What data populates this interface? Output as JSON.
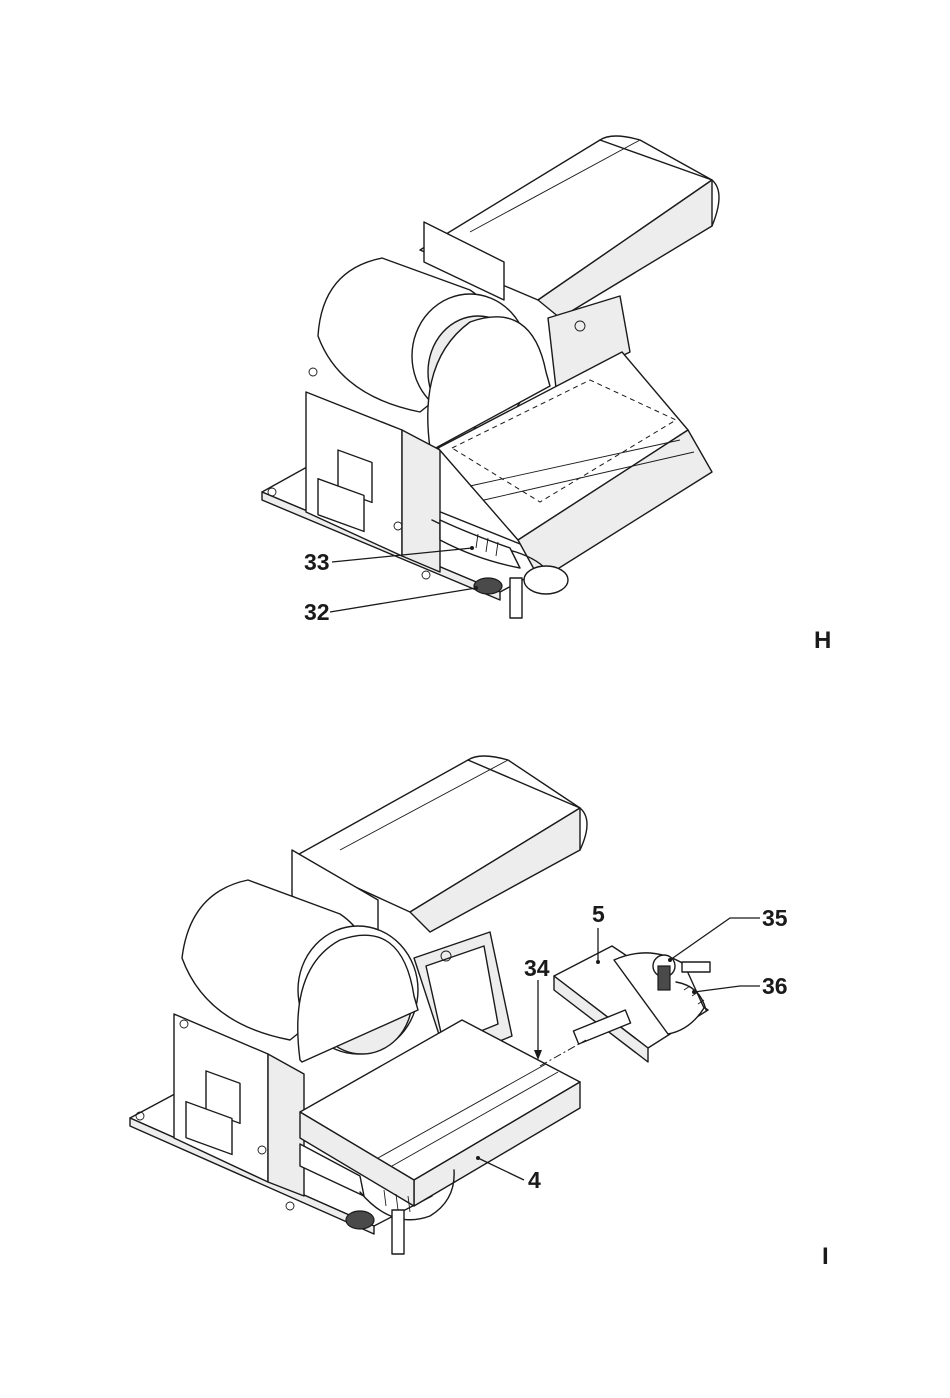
{
  "figures": [
    {
      "id": "H",
      "label": "H",
      "callouts": [
        {
          "id": "c33",
          "text": "33"
        },
        {
          "id": "c32",
          "text": "32"
        }
      ]
    },
    {
      "id": "I",
      "label": "I",
      "callouts": [
        {
          "id": "c5",
          "text": "5"
        },
        {
          "id": "c35",
          "text": "35"
        },
        {
          "id": "c34",
          "text": "34"
        },
        {
          "id": "c36",
          "text": "36"
        },
        {
          "id": "c4",
          "text": "4"
        }
      ]
    }
  ]
}
